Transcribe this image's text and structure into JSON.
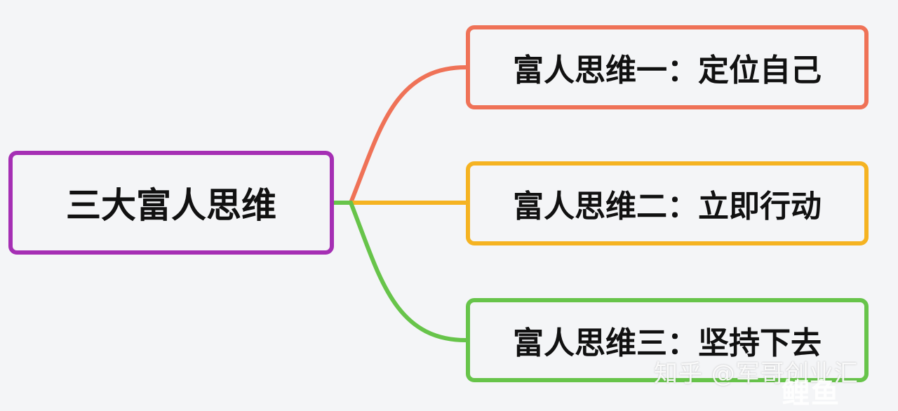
{
  "diagram": {
    "root": {
      "label": "三大富人思维",
      "color": "#a52fb4"
    },
    "branches": [
      {
        "label": "富人思维一：定位自己",
        "color": "#ef7257"
      },
      {
        "label": "富人思维二：立即行动",
        "color": "#f5b322"
      },
      {
        "label": "富人思维三：坚持下去",
        "color": "#67c44a"
      }
    ]
  },
  "watermark": {
    "text": "知乎 @军哥创业汇",
    "logo": "鲤鱼"
  }
}
